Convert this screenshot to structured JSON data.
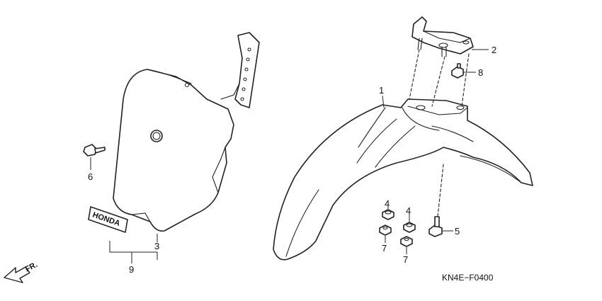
{
  "callouts": {
    "c1": "1",
    "c2": "2",
    "c3": "3",
    "c4a": "4",
    "c4b": "4",
    "c5": "5",
    "c6": "6",
    "c7a": "7",
    "c7b": "7",
    "c8": "8",
    "c9": "9"
  },
  "emblem_text": "HONDA",
  "direction_label": "FR.",
  "diagram_code": "KN4E−F0400",
  "icons": {
    "direction": "forward-arrow-icon"
  }
}
